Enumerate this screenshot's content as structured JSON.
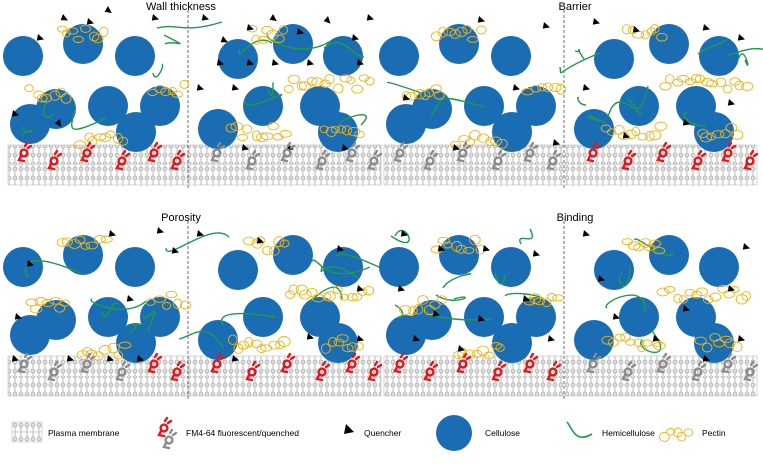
{
  "panels": [
    {
      "title": "Wall thickness"
    },
    {
      "title": "Barrier"
    },
    {
      "title": "Porosity"
    },
    {
      "title": "Binding"
    }
  ],
  "legend": [
    {
      "label": "Plasma membrane",
      "icon": "plasma-membrane-icon"
    },
    {
      "label": "FM4-64 fluorescent/quenched",
      "icon": "fm4-64-dye-icon"
    },
    {
      "label": "Quencher",
      "icon": "quencher-icon"
    },
    {
      "label": "Cellulose",
      "icon": "cellulose-icon"
    },
    {
      "label": "Hemicellulose",
      "icon": "hemicellulose-icon"
    },
    {
      "label": "Pectin",
      "icon": "pectin-icon"
    }
  ],
  "colors": {
    "cellulose": "#1a6db3",
    "hemicellulose": "#1f9a4a",
    "pectin": "#f2b416",
    "quencher": "#000000",
    "dye_fluorescent": "#e8141b",
    "dye_quenched": "#8c8c8c",
    "membrane": "#c8c8c8"
  }
}
